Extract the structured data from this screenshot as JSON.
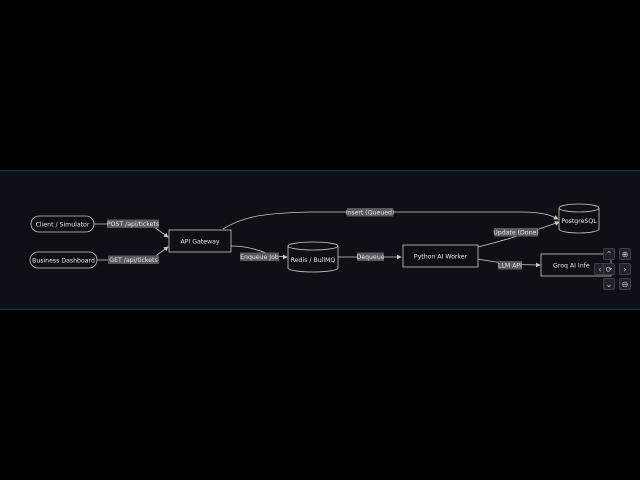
{
  "nodes": {
    "client": "Client / Simulator",
    "dashboard": "Business Dashboard",
    "gateway": "API Gateway",
    "redis": "Redis / BullMQ",
    "worker": "Python AI Worker",
    "postgres": "PostgreSQL",
    "groq": "Groq AI Infe"
  },
  "edges": {
    "post_tickets": "POST /api/tickets",
    "get_tickets": "GET /api/tickets",
    "enqueue": "Enqueue Job",
    "dequeue": "Dequeue",
    "insert": "Insert (Queued)",
    "update": "Update (Done)",
    "llm": "LLM API"
  },
  "controls": {
    "up": "⌃",
    "down": "⌄",
    "left": "‹",
    "right": "›",
    "reset": "⟳",
    "zoom_in": "⊕",
    "zoom_out": "⊖"
  }
}
